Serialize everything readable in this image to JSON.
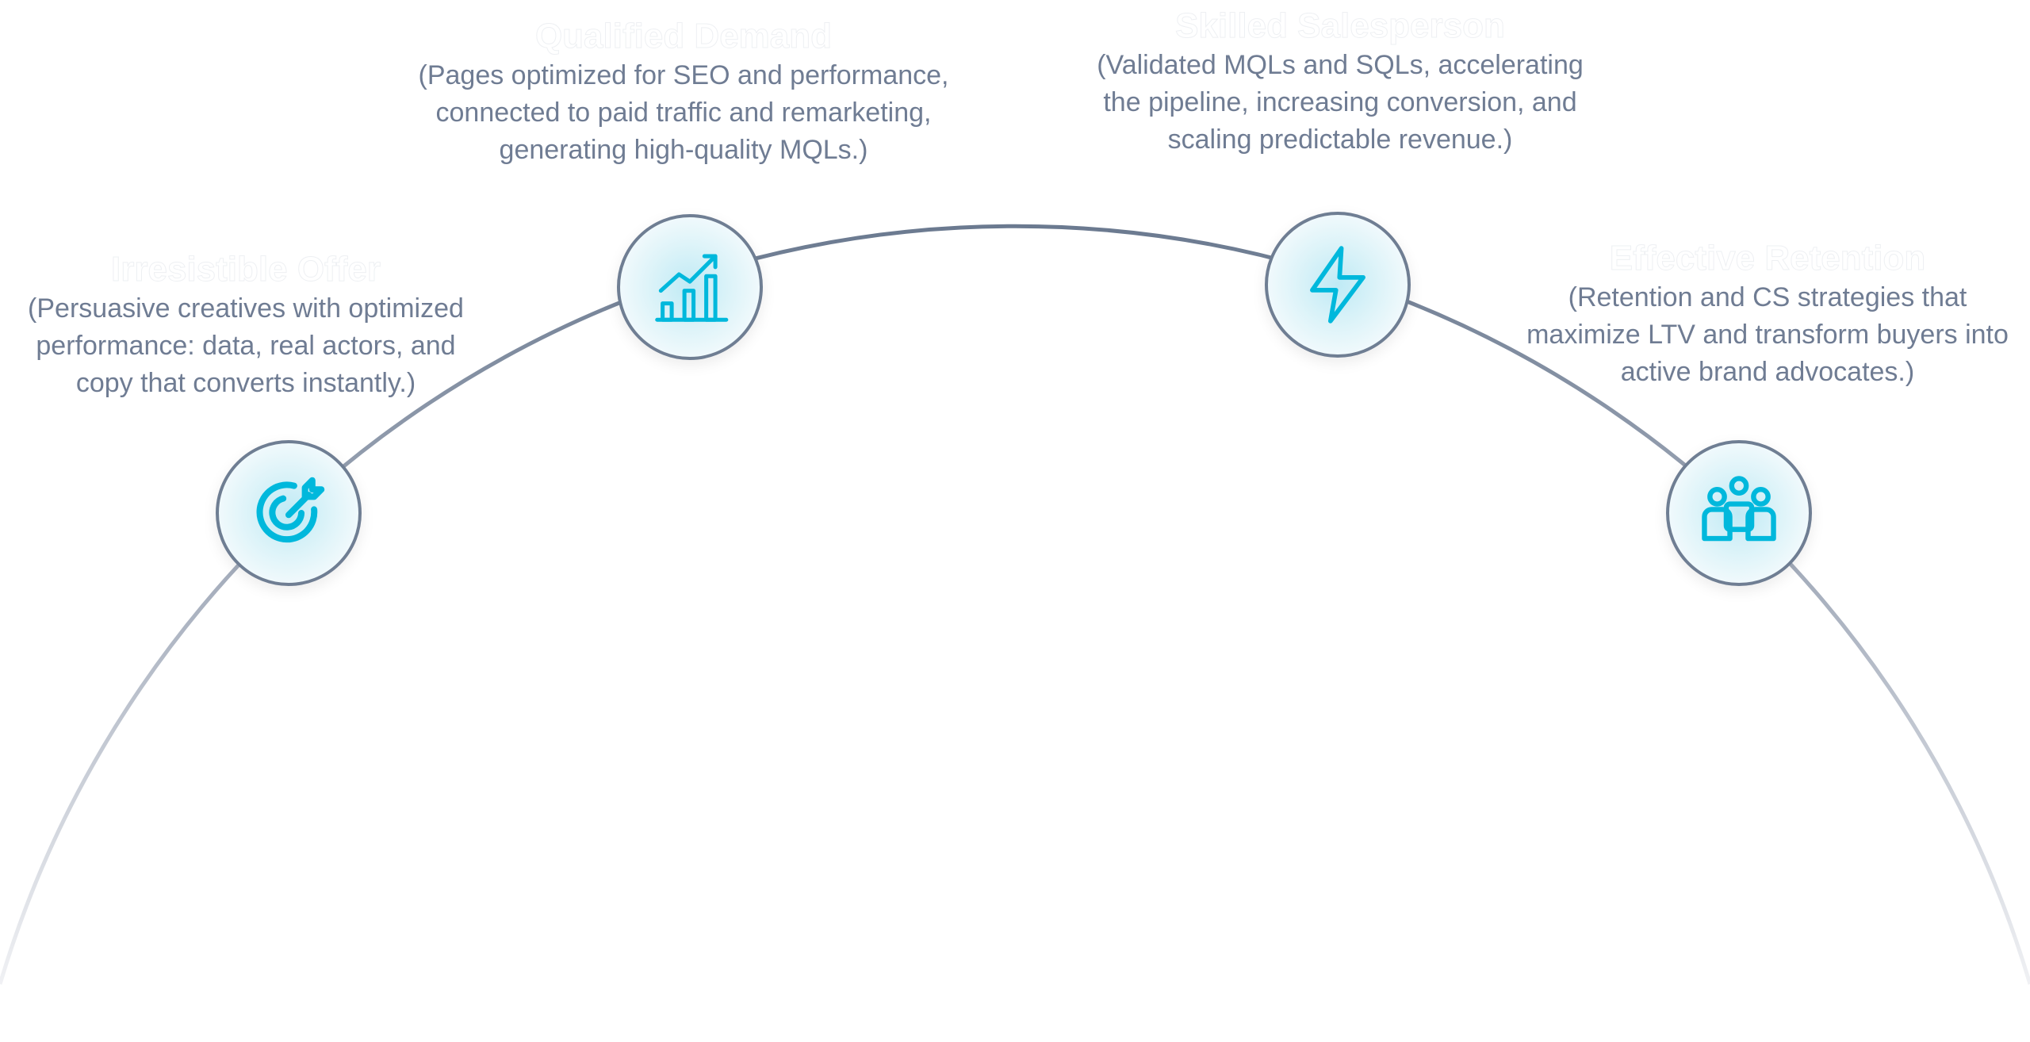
{
  "colors": {
    "accent": "#00b8dc",
    "ring": "#6f7e93",
    "text": "#6f7c93",
    "title": "#ffffff"
  },
  "steps": [
    {
      "title": "Irresistible Offer",
      "icon": "target-icon",
      "lines": [
        "(Persuasive creatives with optimized",
        "performance: data, real actors, and",
        "copy that converts instantly.)"
      ]
    },
    {
      "title": "Qualified Demand",
      "icon": "chart-growth-icon",
      "lines": [
        "(Pages optimized for SEO and performance,",
        "connected to paid traffic and remarketing,",
        "generating high-quality MQLs.)"
      ]
    },
    {
      "title": "Skilled Salesperson",
      "icon": "lightning-icon",
      "lines": [
        "(Validated MQLs and SQLs, accelerating",
        "the pipeline, increasing conversion, and",
        "scaling predictable revenue.)"
      ]
    },
    {
      "title": "Effective Retention",
      "icon": "team-icon",
      "lines": [
        "(Retention and CS strategies that",
        "maximize LTV and transform buyers into",
        "active brand advocates.)"
      ]
    }
  ]
}
